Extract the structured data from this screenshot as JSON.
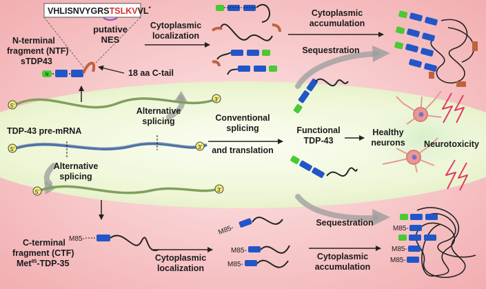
{
  "nes": {
    "sequence_prefix": "VHLISNVYGRS",
    "sequence_nes": "TSLKV",
    "sequence_suffix": "VL",
    "asterisk": "*",
    "label_line1": "putative",
    "label_line2": "NES"
  },
  "ntf": {
    "label_line1": "N-terminal",
    "label_line2": "fragment (NTF)",
    "label_line3": "sTDP43",
    "ctail": "18 aa C-tail"
  },
  "ctf": {
    "label_line1": "C-terminal",
    "label_line2": "fragment (CTF)",
    "label_line3_prefix": "Met",
    "label_line3_sup": "85",
    "label_line3_suffix": "-TDP-35",
    "m85": "M85-"
  },
  "mrna": {
    "premrna_label": "TDP-43 pre-mRNA",
    "five": "5'",
    "three": "3'"
  },
  "steps": {
    "alt_splicing_line1": "Alternative",
    "alt_splicing_line2": "splicing",
    "conv_line1": "Conventional",
    "conv_line2": "splicing",
    "conv_line3": "and translation",
    "functional_line1": "Functional",
    "functional_line2": "TDP-43",
    "cyto_loc_line1": "Cytoplasmic",
    "cyto_loc_line2": "localization",
    "cyto_acc_line1": "Cytoplasmic",
    "cyto_acc_line2": "accumulation",
    "sequestration": "Sequestration",
    "healthy_line1": "Healthy",
    "healthy_line2": "neurons",
    "neurotoxicity": "Neurotoxicity",
    "n_terminal": "N"
  },
  "colors": {
    "pink_zone": "#f4b6b8",
    "green_band": "#f0f6dd",
    "nes_red": "#d9302a",
    "blue_domain": "#2256c8",
    "green_domain": "#49c935",
    "ctail_brown": "#c0623e",
    "mrna_green": "#7fa05c",
    "mrna_blue": "#4d72a6",
    "neuron_pink": "#e79a93",
    "lightning": "#e23a66"
  }
}
